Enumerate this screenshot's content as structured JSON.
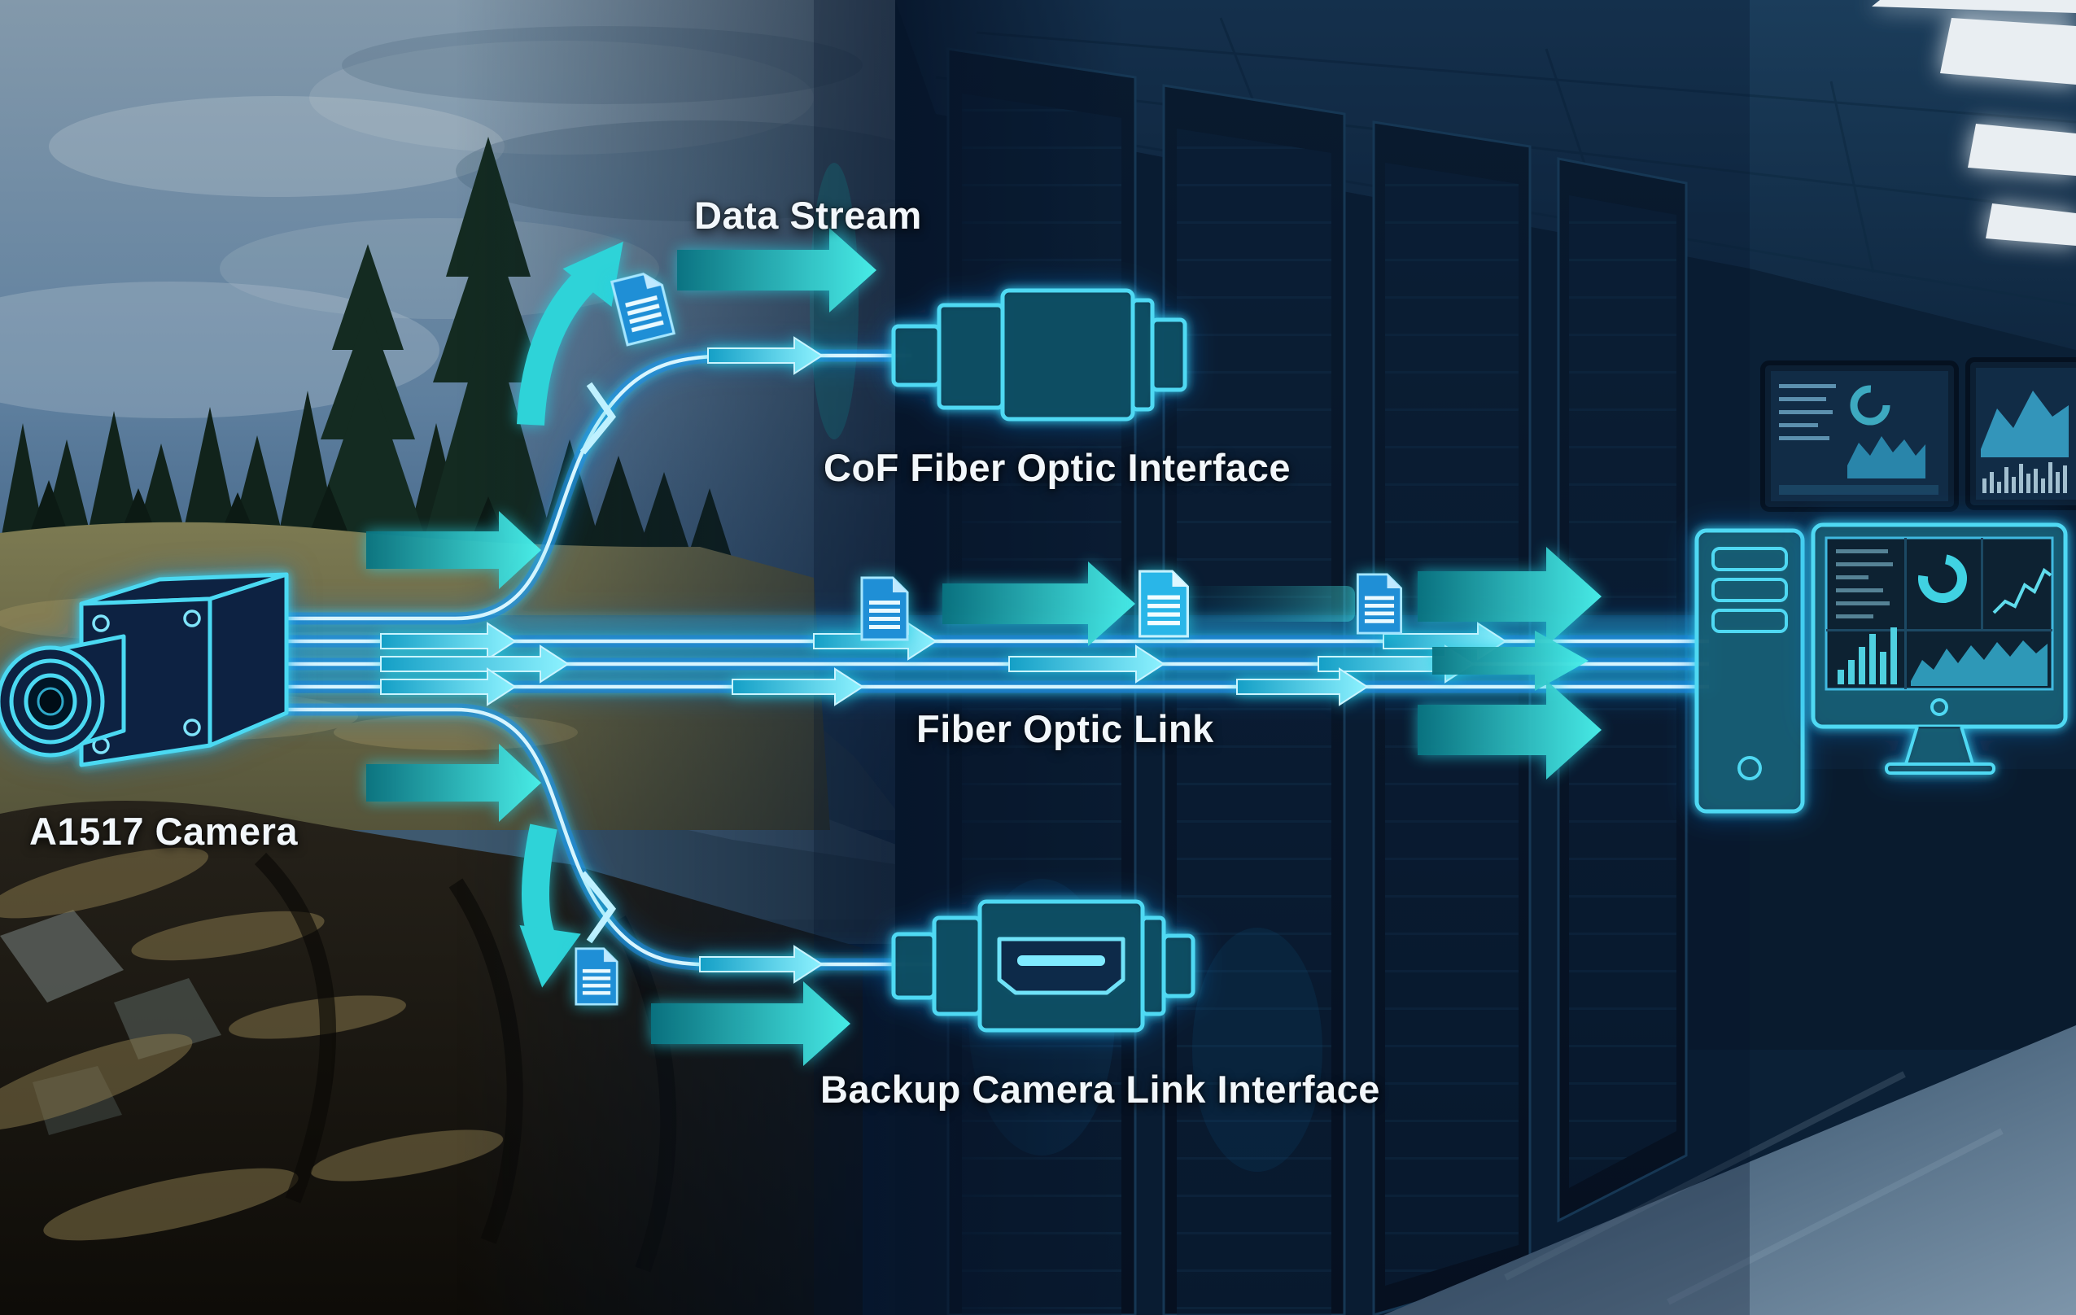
{
  "labels": {
    "data_stream": "Data Stream",
    "cof_interface": "CoF Fiber Optic Interface",
    "fiber_link": "Fiber Optic Link",
    "camera": "A1517 Camera",
    "backup_interface": "Backup Camera Link Interface"
  },
  "icons": {
    "camera": "camera-icon",
    "document": "document-icon",
    "cof_connector": "cable-connector-icon",
    "backup_connector": "hdmi-connector-icon",
    "desktop_tower": "desktop-tower-icon",
    "desktop_monitor": "desktop-monitor-icon",
    "wall_monitor": "wall-monitor-icon",
    "flow_arrow": "flow-arrow-icon"
  },
  "colors": {
    "neon_cyan": "#45d9f2",
    "neon_core": "#d8f5ff",
    "glow_blue": "#1a7fe0",
    "arrow_teal_start": "#0a7482",
    "arrow_teal_end": "#49f1ec",
    "document_fill": "#1f8fd6",
    "background_navy": "#0a1f38",
    "label_text": "#f2f7fb"
  }
}
